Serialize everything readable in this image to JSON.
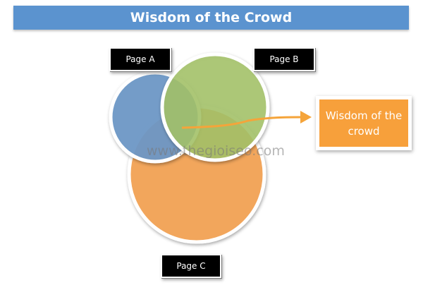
{
  "title": "Wisdom of the Crowd",
  "sets": [
    {
      "label": "Page A",
      "color": "#6e98c8"
    },
    {
      "label": "Page B",
      "color": "#a6c46a"
    },
    {
      "label": "Page C",
      "color": "#f2a65c"
    }
  ],
  "result": {
    "label": "Wisdom of the crowd",
    "color": "#f7a03b"
  },
  "arrow_color": "#f5a43a",
  "watermark": "www.thegioiseo.com"
}
